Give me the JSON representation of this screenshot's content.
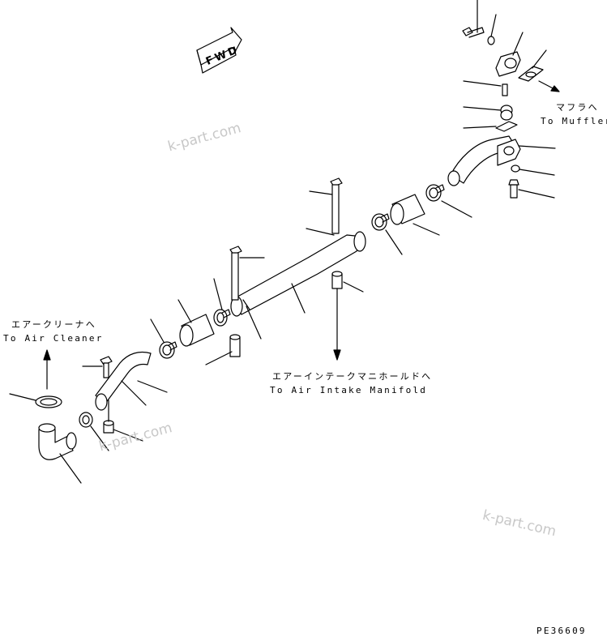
{
  "labels": {
    "muffler_jp": "マフラへ",
    "muffler_en": "To Muffler",
    "air_cleaner_jp": "エアークリーナへ",
    "air_cleaner_en": "To Air Cleaner",
    "intake_jp": "エアーインテークマニホールドへ",
    "intake_en": "To Air Intake Manifold",
    "fwd": "FWD",
    "part_code": "PE36609"
  },
  "watermarks": [
    "k-part.com",
    "k-part.com",
    "k-part.com"
  ],
  "colors": {
    "line": "#000000",
    "watermark": "#c8c8c8",
    "background": "#ffffff"
  }
}
